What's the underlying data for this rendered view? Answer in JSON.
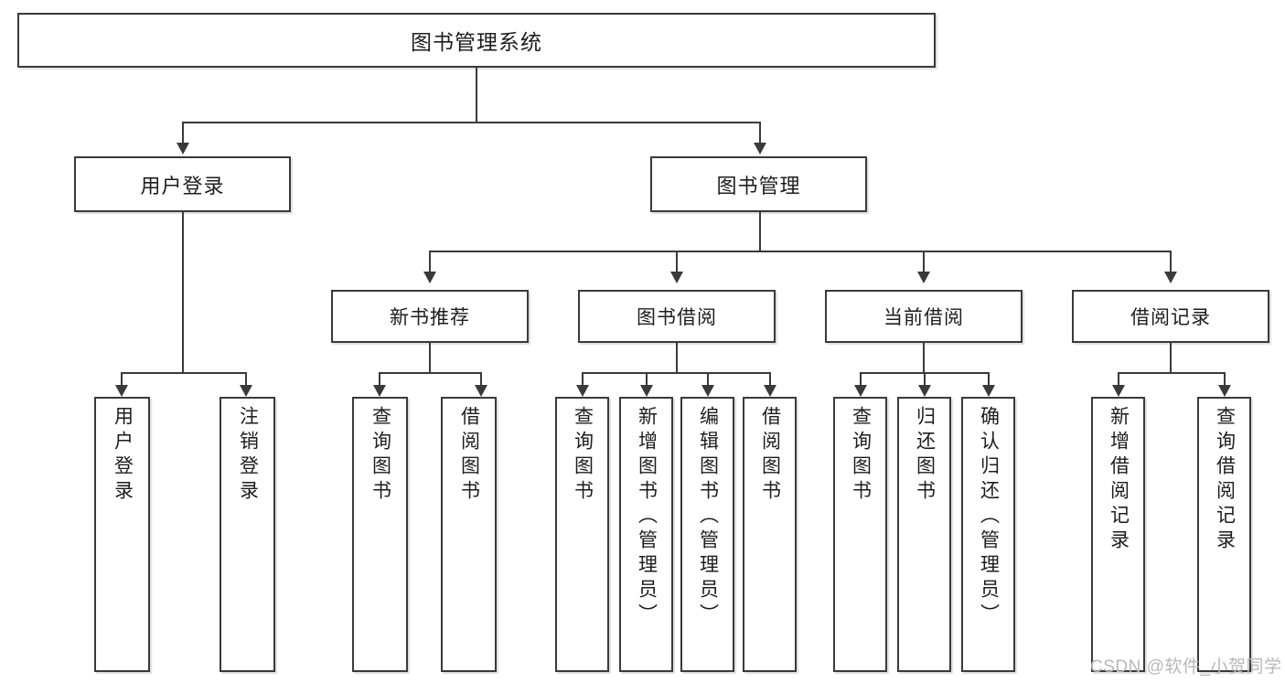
{
  "diagram": {
    "type": "tree-hierarchy-flowchart",
    "title": "图书管理系统",
    "colors": {
      "border": "#3a3a3a",
      "text": "#1d1d1d",
      "background": "#ffffff",
      "watermark": "#b8b8b8"
    },
    "root": {
      "label": "图书管理系统"
    },
    "level2": [
      {
        "label": "用户登录"
      },
      {
        "label": "图书管理"
      }
    ],
    "level3": [
      {
        "label": "新书推荐"
      },
      {
        "label": "图书借阅"
      },
      {
        "label": "当前借阅"
      },
      {
        "label": "借阅记录"
      }
    ],
    "leaves": {
      "user_login": [
        {
          "label": "用户登录"
        },
        {
          "label": "注销登录"
        }
      ],
      "new_book_recommend": [
        {
          "label": "查询图书"
        },
        {
          "label": "借阅图书"
        }
      ],
      "book_borrow": [
        {
          "label": "查询图书"
        },
        {
          "label": "新增图书（管理员）"
        },
        {
          "label": "编辑图书（管理员）"
        },
        {
          "label": "借阅图书"
        }
      ],
      "current_borrow": [
        {
          "label": "查询图书"
        },
        {
          "label": "归还图书"
        },
        {
          "label": "确认归还（管理员）"
        }
      ],
      "borrow_record": [
        {
          "label": "新增借阅记录"
        },
        {
          "label": "查询借阅记录"
        }
      ]
    }
  },
  "watermark": {
    "text": "CSDN @软件_小贺同学"
  }
}
